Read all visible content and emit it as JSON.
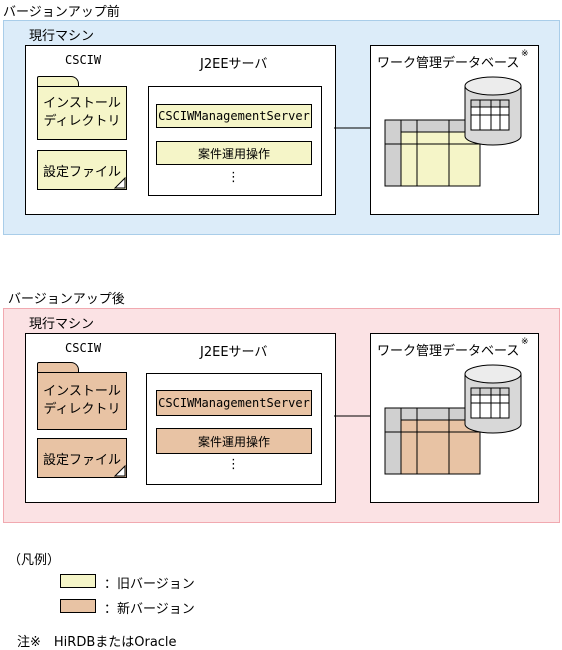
{
  "before": {
    "heading": "バージョンアップ前",
    "machine_label": "現行マシン",
    "csciw_label": "CSCIW",
    "j2ee_label": "J2EEサーバ",
    "install_dir_label": "インストール\nディレクトリ",
    "settings_file_label": "設定ファイル",
    "server_label": "CSCIWManagementServer",
    "ops_label": "案件運用操作",
    "ellipsis": "⋮",
    "db_label": "ワーク管理データベース",
    "db_note_mark": "※"
  },
  "after": {
    "heading": "バージョンアップ後",
    "machine_label": "現行マシン",
    "csciw_label": "CSCIW",
    "j2ee_label": "J2EEサーバ",
    "install_dir_label": "インストール\nディレクトリ",
    "settings_file_label": "設定ファイル",
    "server_label": "CSCIWManagementServer",
    "ops_label": "案件運用操作",
    "ellipsis": "⋮",
    "db_label": "ワーク管理データベース",
    "db_note_mark": "※"
  },
  "legend": {
    "title": "（凡例）",
    "old_label": "：旧バージョン",
    "new_label": "：新バージョン"
  },
  "note": "注※　HiRDBまたはOracle",
  "colors": {
    "before_bg": "#dcecf9",
    "before_border": "#a9cde9",
    "after_bg": "#fbe2e4",
    "after_border": "#f1a9b0",
    "old_version": "#f5f5c8",
    "new_version": "#e8c3a4"
  }
}
